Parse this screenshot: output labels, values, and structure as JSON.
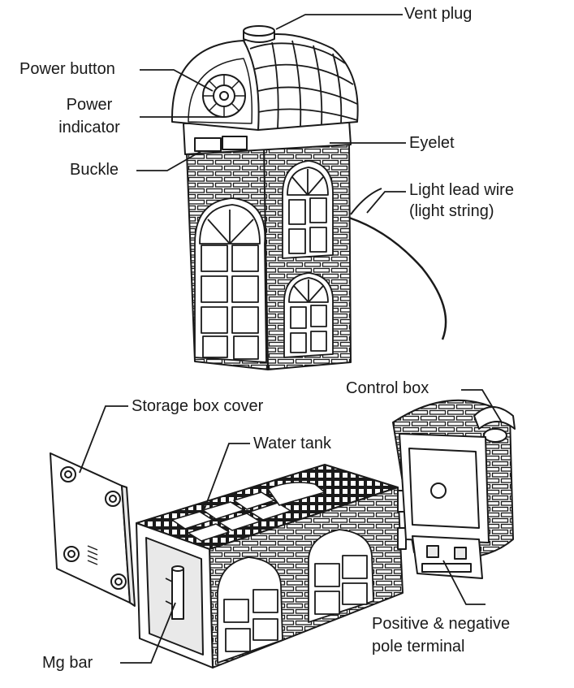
{
  "labels": {
    "vent_plug": "Vent plug",
    "power_button": "Power button",
    "power_indicator_line1": "Power",
    "power_indicator_line2": "indicator",
    "buckle": "Buckle",
    "eyelet": "Eyelet",
    "light_lead_wire_line1": "Light lead wire",
    "light_lead_wire_line2": "(light string)",
    "control_box": "Control box",
    "storage_box_cover": "Storage box cover",
    "water_tank": "Water tank",
    "mg_bar": "Mg bar",
    "pole_terminal_line1": "Positive & negative",
    "pole_terminal_line2": "pole terminal"
  },
  "style": {
    "ink": "#1a1a1a",
    "fill": "#ffffff",
    "shade": "#e9e9e9"
  }
}
